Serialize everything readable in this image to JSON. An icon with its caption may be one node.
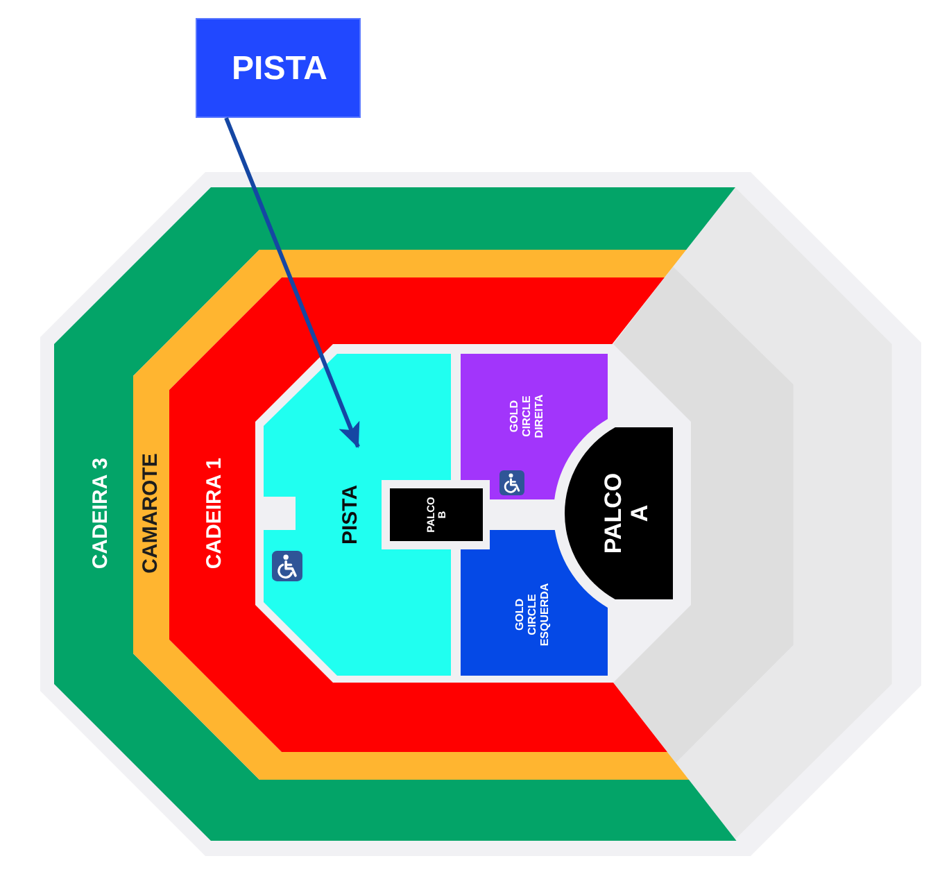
{
  "diagram": {
    "nodes": [
      {
        "text": [
          "PISTA"
        ]
      },
      {
        "text": [
          "CADEIRA 3"
        ]
      },
      {
        "text": [
          "CAMAROTE"
        ]
      },
      {
        "text": [
          "CADEIRA 1"
        ]
      },
      {
        "text": [
          "PISTA"
        ]
      },
      {
        "text": [
          "GOLD CIRCLE DIREITA"
        ]
      },
      {
        "text": [
          "PALCO B"
        ]
      },
      {
        "text": [
          "GOLD CIRCLE ESQUERDA"
        ]
      },
      {
        "text": [
          "PALCO A"
        ]
      },
      {
        "text": [],
        "shape": "band"
      },
      {
        "text": [],
        "shape": "band"
      }
    ],
    "edges": [
      {
        "from": 0,
        "to": 4,
        "arrow": "to"
      }
    ]
  }
}
